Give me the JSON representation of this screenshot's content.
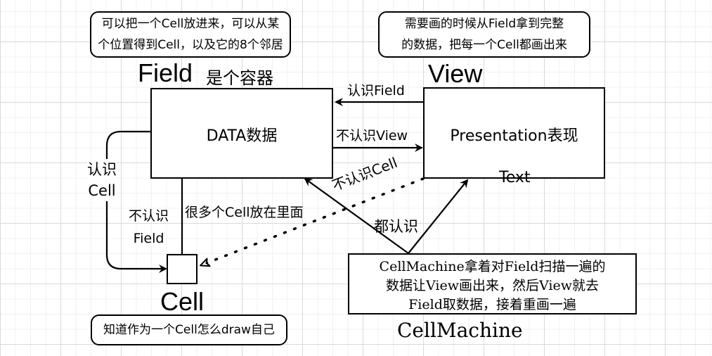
{
  "notes": {
    "field_note": [
      "可以把一个Cell放进来，可以从某",
      "个位置得到Cell，以及它的8个邻居"
    ],
    "view_note": [
      "需要画的时候从Field拿到完整",
      "的数据，把每一个Cell都画出来"
    ],
    "cell_note": "知道作为一个Cell怎么draw自己",
    "machine_note": [
      "CellMachine拿着对Field扫描一遍的",
      "数据让View画出来，然后View就去",
      "Field取数据，接着重画一遍"
    ]
  },
  "nodes": {
    "field": {
      "title": "Field",
      "subtitle": "是个容器",
      "body": "DATA数据"
    },
    "view": {
      "title": "View",
      "body": "Presentation表现",
      "footer": "Text"
    },
    "cell": {
      "title": "Cell"
    },
    "machine": {
      "title": "CellMachine"
    }
  },
  "edges": {
    "view_to_field": "认识Field",
    "field_to_view": "不认识View",
    "field_to_cell": [
      "认识",
      "Cell"
    ],
    "cell_to_field_no": [
      "不认识",
      "Field"
    ],
    "cell_in_field": "很多个Cell放在里面",
    "view_to_cell": "不认识Cell",
    "machine_both": "都认识"
  }
}
